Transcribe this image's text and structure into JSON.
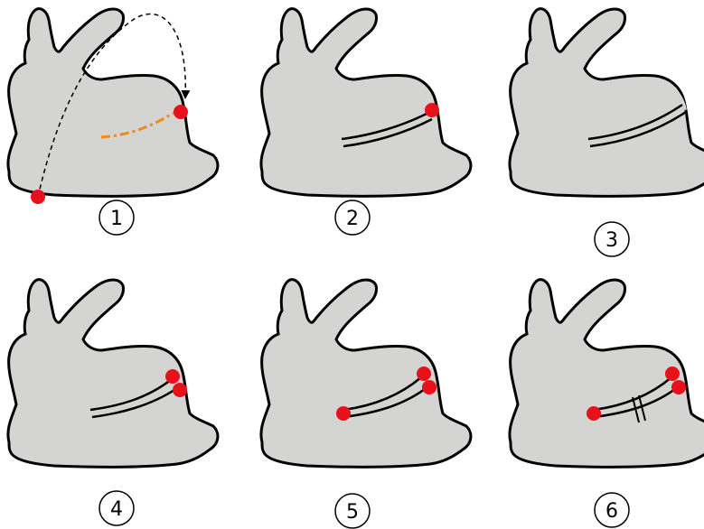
{
  "colors": {
    "bunny_fill": "#d4d4d2",
    "outline": "#000000",
    "marker": "#e8101a",
    "cut_guide": "#f08a1a",
    "background": "#ffffff"
  },
  "panels": [
    {
      "label": "1",
      "markers": 2,
      "features": [
        "jump-arrow",
        "dashed-cut-guide"
      ]
    },
    {
      "label": "2",
      "markers": 1,
      "features": [
        "double-slit"
      ]
    },
    {
      "label": "3",
      "markers": 0,
      "features": [
        "double-slit",
        "opened-boundary"
      ]
    },
    {
      "label": "4",
      "markers": 2,
      "features": [
        "double-slit"
      ]
    },
    {
      "label": "5",
      "markers": 3,
      "features": [
        "double-slit"
      ]
    },
    {
      "label": "6",
      "markers": 3,
      "features": [
        "double-slit",
        "cross-ticks"
      ]
    }
  ]
}
